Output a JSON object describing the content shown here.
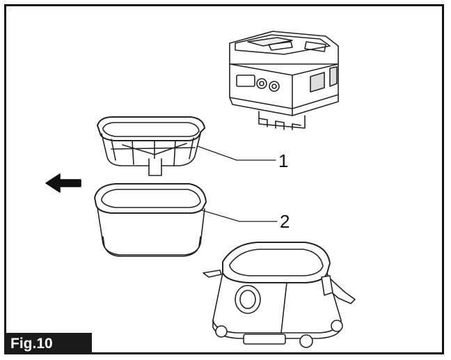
{
  "figure": {
    "label": "Fig.10",
    "callouts": [
      {
        "text": "1"
      },
      {
        "text": "2"
      }
    ]
  }
}
